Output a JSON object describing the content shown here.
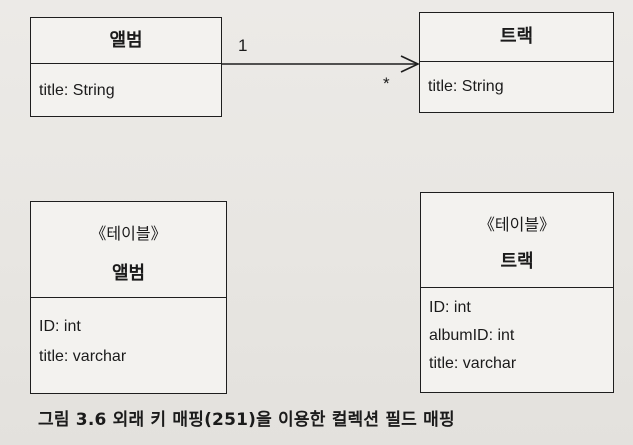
{
  "class_diagram": {
    "album": {
      "name": "앨범",
      "attributes": [
        "title: String"
      ]
    },
    "track": {
      "name": "트랙",
      "attributes": [
        "title: String"
      ]
    },
    "association": {
      "source_multiplicity": "1",
      "target_multiplicity": "*"
    }
  },
  "table_diagram": {
    "album_table": {
      "stereotype": "《테이블》",
      "name": "앨범",
      "columns": [
        "ID: int",
        "title: varchar"
      ]
    },
    "track_table": {
      "stereotype": "《테이블》",
      "name": "트랙",
      "columns": [
        "ID: int",
        "albumID: int",
        "title: varchar"
      ]
    }
  },
  "caption": "그림 3.6 외래 키 매핑(251)을 이용한 컬렉션 필드 매핑"
}
